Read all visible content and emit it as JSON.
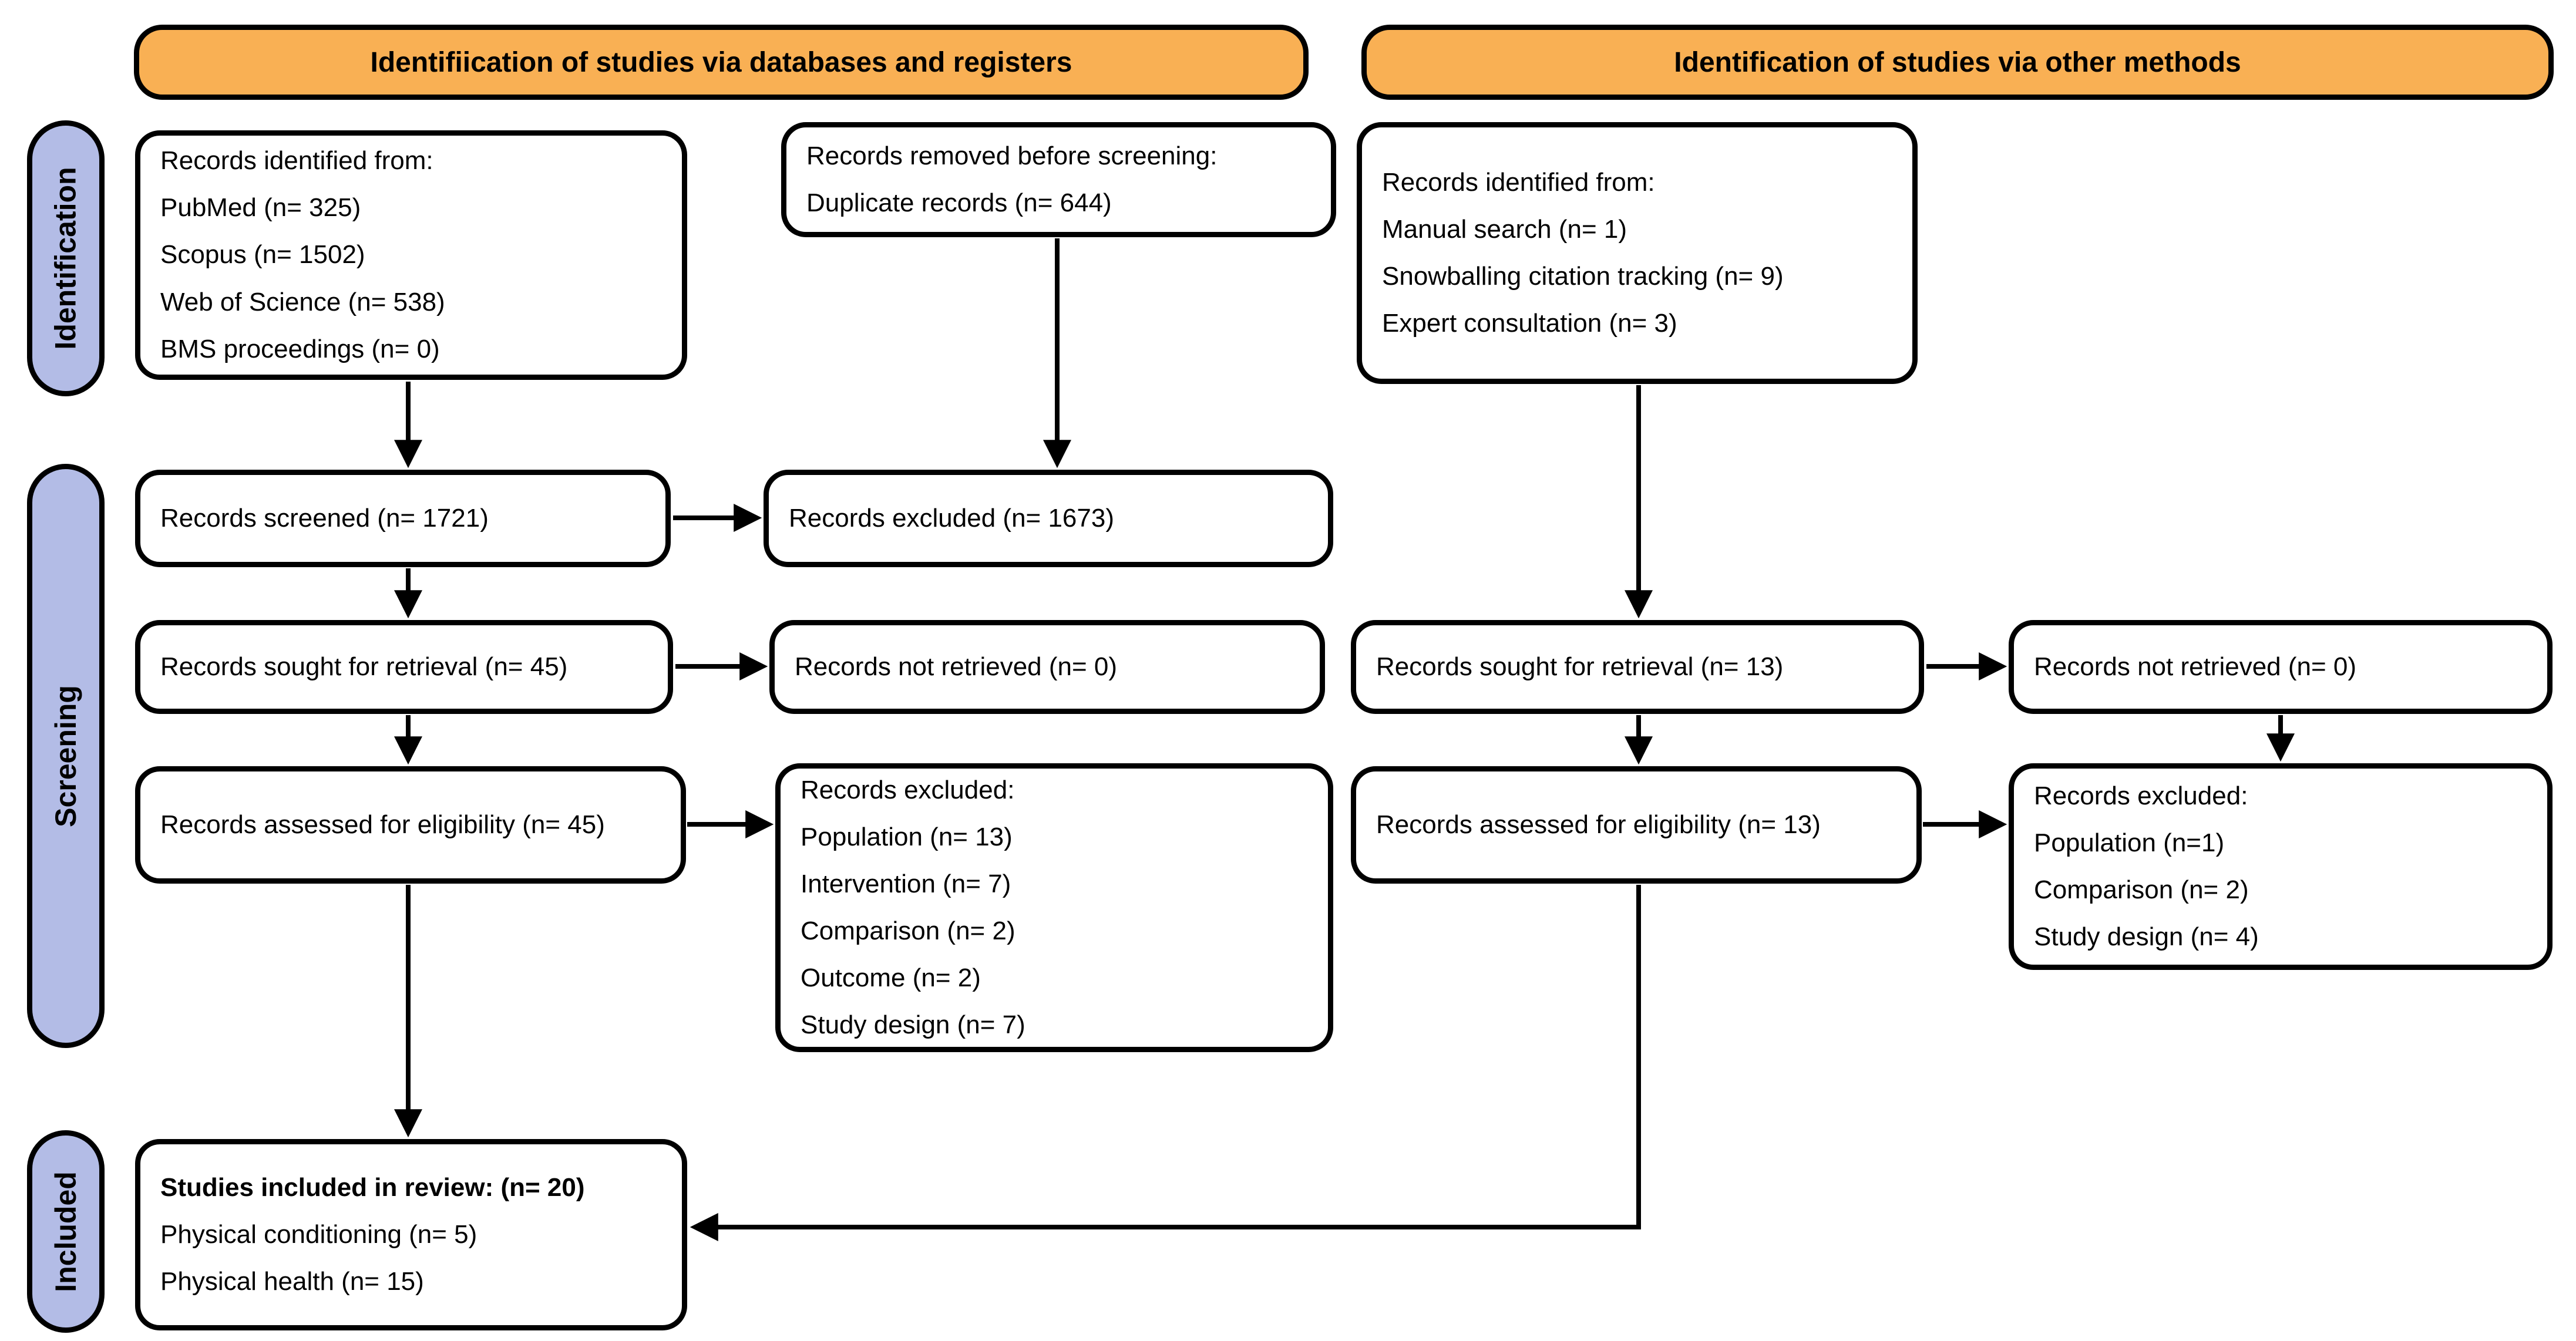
{
  "headers": {
    "databases": "Identifiication of studies via databases and registers",
    "other": "Identification of studies via other methods"
  },
  "stages": {
    "identification": "Identification",
    "screening": "Screening",
    "included": "Included"
  },
  "boxes": {
    "db_identified": {
      "lines": [
        "Records identified from:",
        "PubMed (n= 325)",
        "Scopus (n= 1502)",
        "Web of Science (n= 538)",
        "BMS proceedings (n= 0)"
      ]
    },
    "removed_before_screening": {
      "lines": [
        "Records removed before screening:",
        "Duplicate records (n= 644)"
      ]
    },
    "other_identified": {
      "lines": [
        "Records identified from:",
        "Manual search (n= 1)",
        "Snowballing citation tracking (n= 9)",
        "Expert consultation (n= 3)"
      ]
    },
    "records_screened": {
      "lines": [
        "Records screened (n= 1721)"
      ]
    },
    "records_excluded_screening": {
      "lines": [
        "Records excluded (n= 1673)"
      ]
    },
    "db_sought": {
      "lines": [
        "Records sought for retrieval (n= 45)"
      ]
    },
    "db_not_retrieved": {
      "lines": [
        "Records not retrieved (n= 0)"
      ]
    },
    "other_sought": {
      "lines": [
        "Records sought for retrieval (n= 13)"
      ]
    },
    "other_not_retrieved": {
      "lines": [
        "Records not retrieved (n= 0)"
      ]
    },
    "db_assessed": {
      "lines": [
        "Records assessed for eligibility (n= 45)"
      ]
    },
    "db_excluded_eligibility": {
      "lines": [
        "Records excluded:",
        "Population (n= 13)",
        "Intervention (n= 7)",
        "Comparison (n= 2)",
        "Outcome (n= 2)",
        "Study design (n= 7)"
      ]
    },
    "other_assessed": {
      "lines": [
        "Records assessed for eligibility (n= 13)"
      ]
    },
    "other_excluded_eligibility": {
      "lines": [
        "Records excluded:",
        "Population (n=1)",
        "Comparison (n= 2)",
        "Study design (n= 4)"
      ]
    },
    "included_studies": {
      "lines": [
        "Studies included in review: (n= 20)",
        "Physical conditioning (n= 5)",
        "Physical health (n= 15)"
      ]
    }
  },
  "colors": {
    "header_fill": "#f9b054",
    "stage_fill": "#b3bce6",
    "box_fill": "#ffffff",
    "line_color": "#000000"
  }
}
